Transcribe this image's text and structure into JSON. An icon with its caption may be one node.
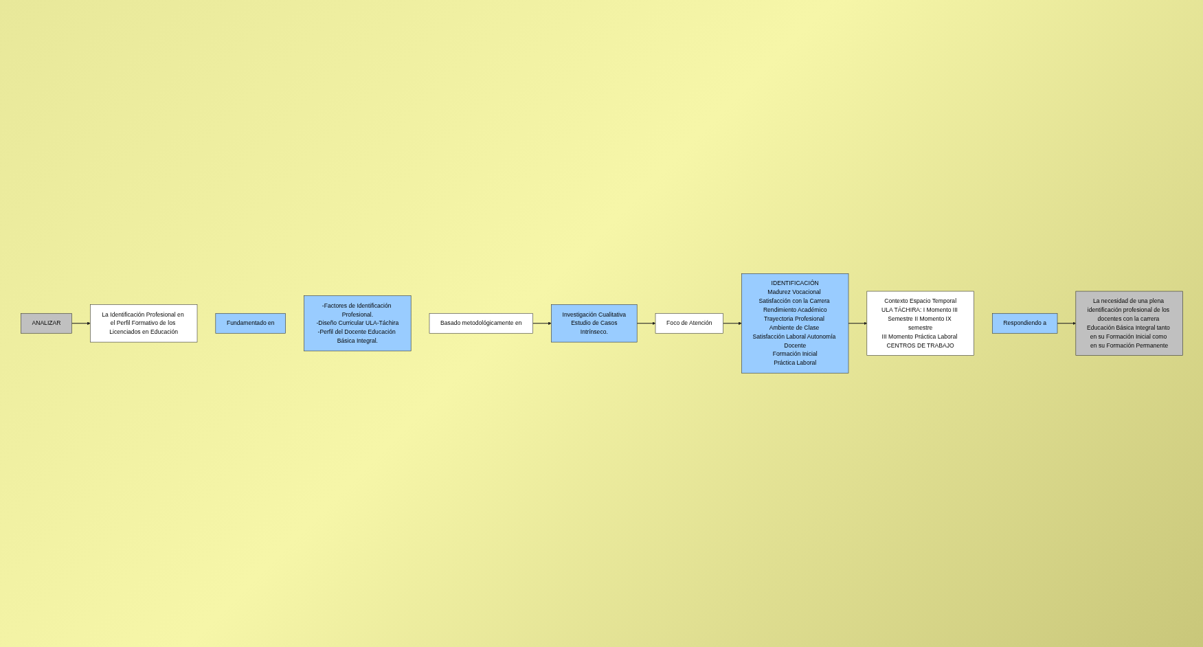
{
  "diagram": {
    "nodes": [
      {
        "text": [
          "ANALIZAR"
        ]
      },
      {
        "text": [
          "La Identificación Profesional en el Perfil Formativo de los Licenciados en Educación"
        ]
      },
      {
        "text": [
          "Fundamentado en"
        ]
      },
      {
        "text": [
          "-Factores de Identificación Profesional.",
          "-Diseño Curricular ULA-Táchira",
          "-Perfil del Docente Educación Básica Integral."
        ]
      },
      {
        "text": [
          "Basado metodológicamente en"
        ]
      },
      {
        "text": [
          "Investigación Cualitativa",
          "Estudio de Casos",
          "Intrínseco."
        ]
      },
      {
        "text": [
          "Foco de Atención"
        ]
      },
      {
        "text": [
          "La necesidad de una plena identificación profesional de los docentes con la carrera Educación Básica Integral tanto en su Formación Inicial como en su Formación Permanente"
        ]
      },
      {
        "text": [
          "Respondiendo a"
        ]
      },
      {
        "text": [
          "Contexto Espacio Temporal",
          "ULA TÁCHIRA: I Momento III Semestre II Momento IX semestre",
          "III Momento Práctica Laboral CENTROS DE TRABAJO"
        ]
      },
      {
        "text": [
          "IDENTIFICACIÓN",
          "Madurez Vocacional Satisfacción con la Carrera Rendimiento Académico",
          "Trayectoria Profesional Ambiente de Clase Satisfacción Laboral Autonomía Docente",
          "Formación Inicial",
          "Práctica Laboral"
        ]
      }
    ],
    "edges": [
      {
        "from": 0,
        "to": 1,
        "arrow": "to"
      },
      {
        "from": 4,
        "to": 5,
        "arrow": "to"
      },
      {
        "from": 5,
        "to": 6,
        "arrow": "to"
      },
      {
        "from": 6,
        "to": 10,
        "arrow": "to"
      },
      {
        "from": 10,
        "to": 9,
        "arrow": "to"
      },
      {
        "from": 8,
        "to": 7,
        "arrow": "to"
      }
    ]
  }
}
